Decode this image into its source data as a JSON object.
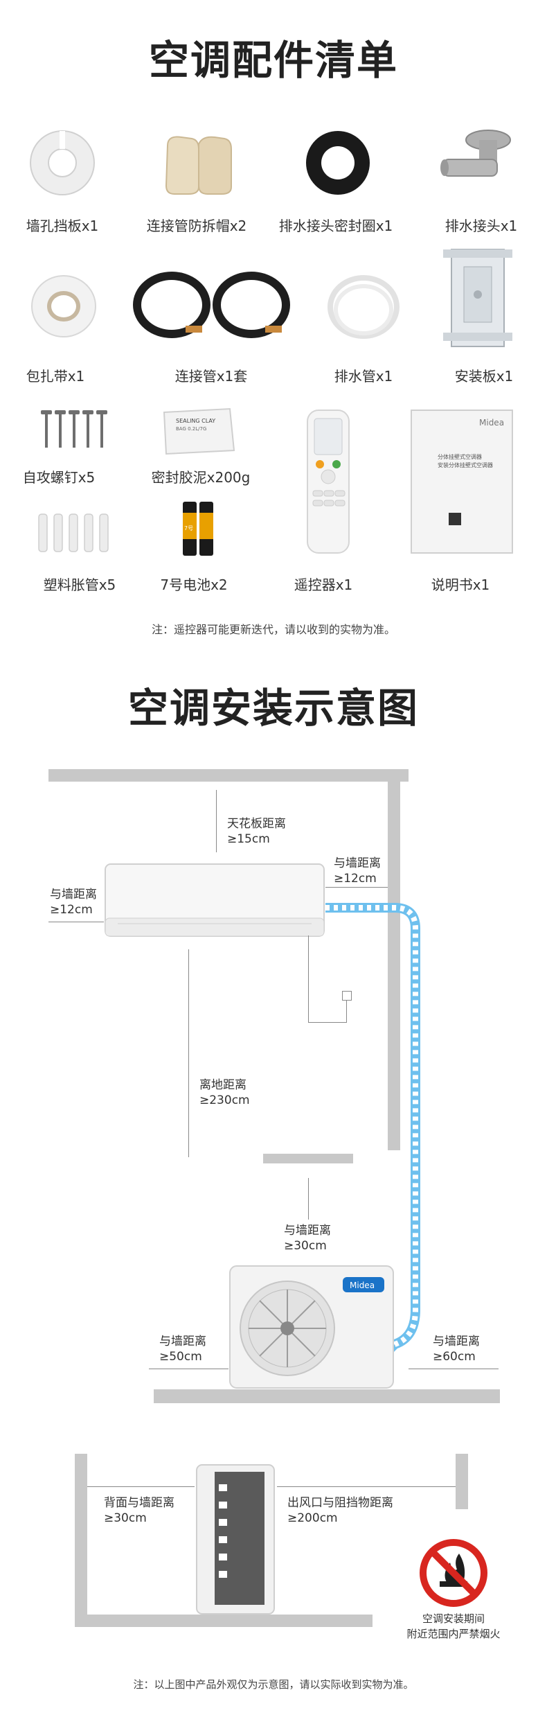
{
  "accessories_title": "空调配件清单",
  "accessories": [
    {
      "label": "墙孔挡板x1"
    },
    {
      "label": "连接管防拆帽x2"
    },
    {
      "label": "排水接头密封圈x1"
    },
    {
      "label": "排水接头x1"
    },
    {
      "label": "包扎带x1"
    },
    {
      "label": "连接管x1套"
    },
    {
      "label": "排水管x1"
    },
    {
      "label": "安装板x1"
    },
    {
      "label": "自攻螺钉x5"
    },
    {
      "label": "密封胶泥x200g"
    },
    {
      "label": "遥控器x1"
    },
    {
      "label": "说明书x1"
    },
    {
      "label": "塑料胀管x5"
    },
    {
      "label": "7号电池x2"
    }
  ],
  "accessories_note": "注：遥控器可能更新迭代，请以收到的实物为准。",
  "clay_pack": {
    "line1": "SEALING CLAY",
    "line2": "BAG  0.2L/7G"
  },
  "battery": {
    "text": "7号"
  },
  "manual": {
    "brand": "Midea",
    "line1": "分体挂壁式空调器",
    "line2": "安装分体挂壁式空调器"
  },
  "install_title": "空调安装示意图",
  "diagram": {
    "ceiling": {
      "line1": "天花板距离",
      "line2": "≥15cm"
    },
    "left_wall": {
      "line1": "与墙距离",
      "line2": "≥12cm"
    },
    "right_wall": {
      "line1": "与墙距离",
      "line2": "≥12cm"
    },
    "floor": {
      "line1": "离地距离",
      "line2": "≥230cm"
    },
    "outdoor_top": {
      "line1": "与墙距离",
      "line2": "≥30cm"
    },
    "outdoor_left": {
      "line1": "与墙距离",
      "line2": "≥50cm"
    },
    "outdoor_right": {
      "line1": "与墙距离",
      "line2": "≥60cm"
    },
    "back_wall": {
      "line1": "背面与墙距离",
      "line2": "≥30cm"
    },
    "outlet": {
      "line1": "出风口与阻挡物距离",
      "line2": "≥200cm"
    },
    "warning": {
      "line1": "空调安装期间",
      "line2": "附近范围内严禁烟火"
    },
    "outdoor_brand": "Midea"
  },
  "footer_note": "注：以上图中产品外观仅为示意图，请以实际收到实物为准。"
}
